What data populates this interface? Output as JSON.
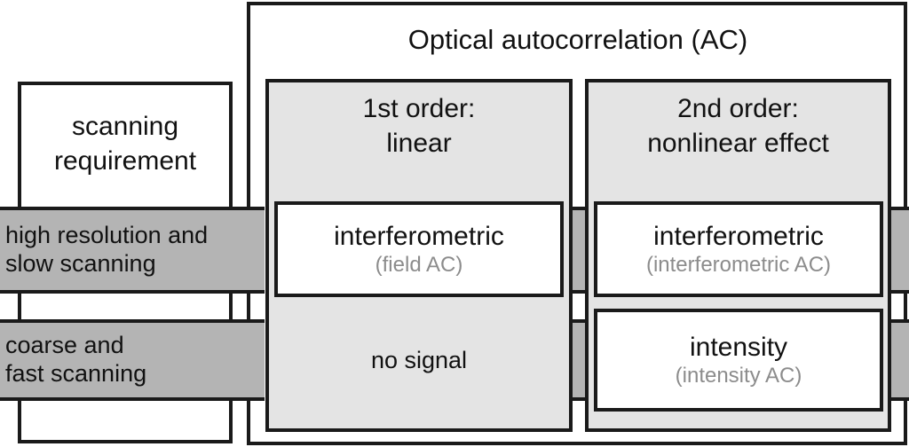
{
  "diagram": {
    "title": "Optical autocorrelation (AC)",
    "left_column": {
      "header_line1": "scanning",
      "header_line2": "requirement",
      "rows": [
        {
          "line1": "high resolution and",
          "line2": "slow scanning"
        },
        {
          "line1": "coarse and",
          "line2": "fast scanning"
        }
      ]
    },
    "columns": [
      {
        "heading_line1": "1st order:",
        "heading_line2": "linear",
        "cells": [
          {
            "main": "interferometric",
            "sub": "(field AC)",
            "kind": "box"
          },
          {
            "main": "no signal",
            "sub": "",
            "kind": "plain"
          }
        ]
      },
      {
        "heading_line1": "2nd order:",
        "heading_line2": "nonlinear effect",
        "cells": [
          {
            "main": "interferometric",
            "sub": "(interferometric AC)",
            "kind": "box"
          },
          {
            "main": "intensity",
            "sub": "(intensity AC)",
            "kind": "box"
          }
        ]
      }
    ],
    "colors": {
      "stroke": "#1a1a1a",
      "row_band": "#b4b4b4",
      "column_fill": "#e4e4e4",
      "text": "#111111",
      "sub_text": "#8c8c8c",
      "page_background": "#ffffff"
    }
  }
}
